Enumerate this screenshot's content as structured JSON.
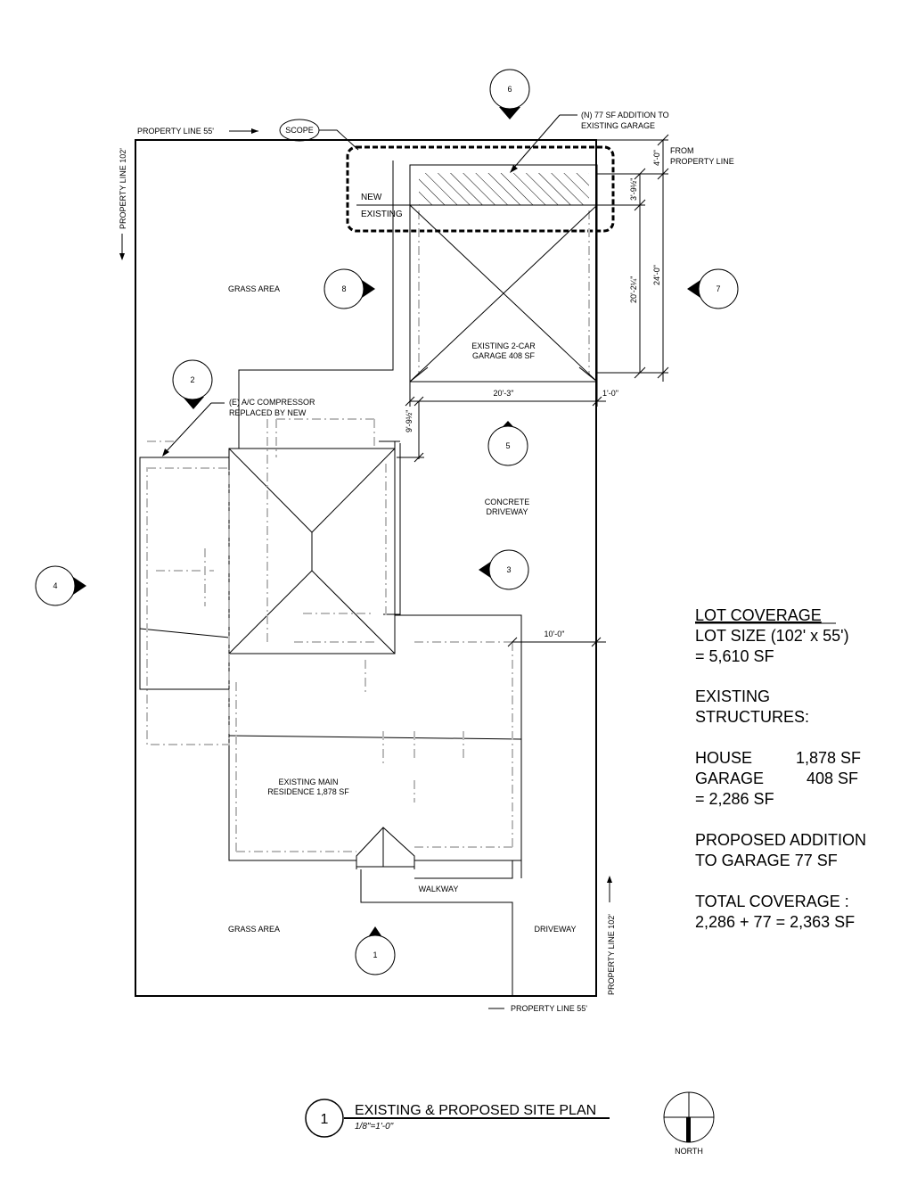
{
  "property_lines": {
    "top": "PROPERTY LINE 55'",
    "bottom": "PROPERTY LINE 55'",
    "left": "PROPERTY LINE 102'",
    "right": "PROPERTY LINE 102'"
  },
  "scope_tag": "SCOPE",
  "labels": {
    "new": "NEW",
    "existing": "EXISTING",
    "grass_area_top": "GRASS AREA",
    "grass_area_bottom": "GRASS AREA",
    "garage_line1": "EXISTING 2-CAR",
    "garage_line2": "GARAGE 408 SF",
    "concrete_line1": "CONCRETE",
    "concrete_line2": "DRIVEWAY",
    "residence_line1": "EXISTING MAIN",
    "residence_line2": "RESIDENCE 1,878 SF",
    "walkway": "WALKWAY",
    "driveway": "DRIVEWAY"
  },
  "callouts": {
    "addition_line1": "(N) 77 SF ADDITION TO",
    "addition_line2": "EXISTING GARAGE",
    "from_pl_line1": "FROM",
    "from_pl_line2": "PROPERTY LINE",
    "ac_line1": "(E) A/C COMPRESSOR",
    "ac_line2": "REPLACED BY NEW"
  },
  "dimensions": {
    "d4_0": "4'-0\"",
    "d3_9": "3'-9½\"",
    "d20_2": "20'-2¼\"",
    "d24_0": "24'-0\"",
    "d20_3": "20'-3\"",
    "d1_0": "1'-0\"",
    "d9_9": "9'-9½\"",
    "d10_0": "10'-0\""
  },
  "view_markers": [
    "1",
    "2",
    "3",
    "4",
    "5",
    "6",
    "7",
    "8"
  ],
  "coverage": {
    "heading": "LOT COVERAGE",
    "lot_size_line1": "LOT SIZE (102' x 55')",
    "lot_size_line2": "= 5,610 SF",
    "existing_line1": "EXISTING",
    "existing_line2": "STRUCTURES:",
    "house_label": "HOUSE",
    "house_value": "1,878 SF",
    "garage_label": "GARAGE",
    "garage_value": "408 SF",
    "existing_total": "= 2,286 SF",
    "proposed_line1": "PROPOSED ADDITION",
    "proposed_line2": "TO GARAGE 77 SF",
    "total_line1": "TOTAL COVERAGE :",
    "total_line2": "2,286 + 77 = 2,363 SF"
  },
  "title_block": {
    "number": "1",
    "title": "EXISTING & PROPOSED SITE PLAN",
    "scale": "1/8\"=1'-0\""
  },
  "north_label": "NORTH"
}
